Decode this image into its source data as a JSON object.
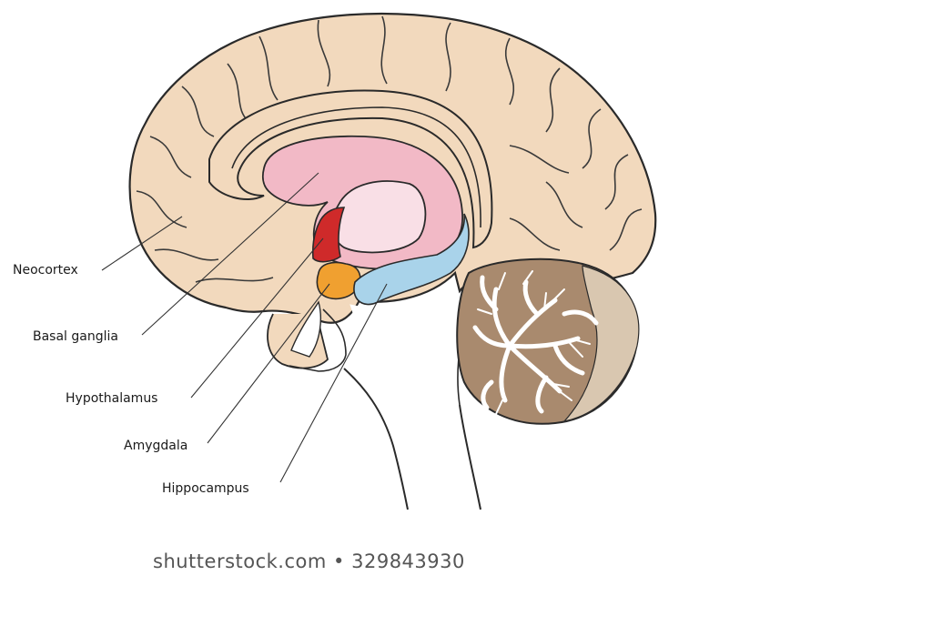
{
  "labels": {
    "neocortex": "Neocortex",
    "basal_ganglia": "Basal ganglia",
    "hypothalamus": "Hypothalamus",
    "amygdala": "Amygdala",
    "hippocampus": "Hippocampus"
  },
  "watermark": {
    "site": "shutterstock.com",
    "separator": "•",
    "image_number": "329843930"
  },
  "colors": {
    "cortex": "#f2d9bd",
    "outline": "#2a2a2a",
    "basal_ganglia": "#f2b9c6",
    "thalamus": "#f9dfe6",
    "hypothalamus": "#cf2a2a",
    "amygdala": "#f0a030",
    "hippocampus": "#a9d3ea",
    "cerebellum": "#a98a6e",
    "brainstem": "#ffffff"
  }
}
